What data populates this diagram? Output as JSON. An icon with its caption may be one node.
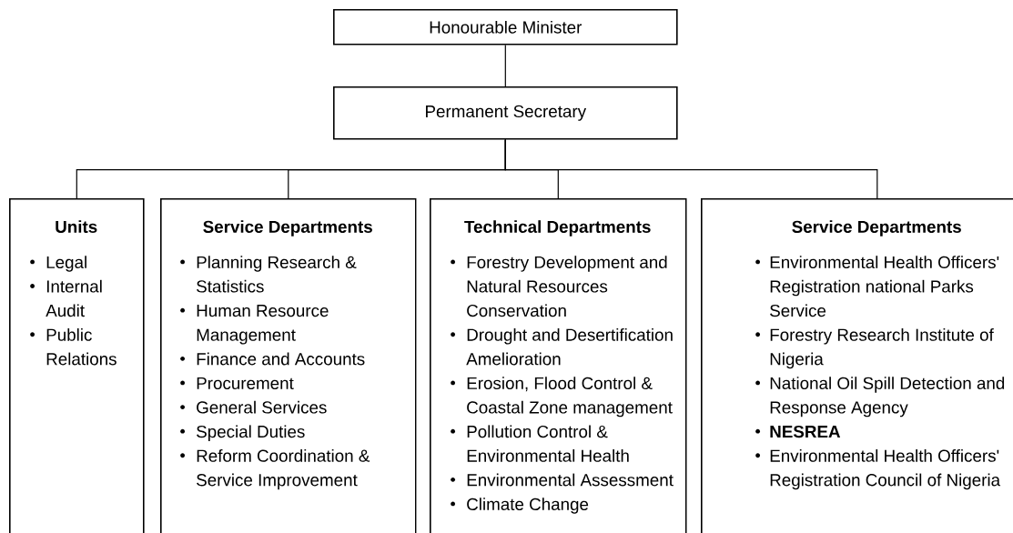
{
  "diagram": {
    "nodes": [
      {
        "text": [
          "Honourable Minister"
        ]
      },
      {
        "text": [
          "Permanent Secretary"
        ]
      },
      {
        "text": [
          "Units",
          "Legal",
          "Internal Audit",
          "Public Relations"
        ]
      },
      {
        "text": [
          "Service Departments",
          "Planning Research & Statistics",
          "Human Resource Management",
          "Finance and Accounts",
          "Procurement",
          "General Services",
          "Special Duties",
          "Reform Coordination & Service Improvement"
        ]
      },
      {
        "text": [
          "Technical Departments",
          "Forestry Development and Natural Resources Conservation",
          "Drought and Desertification Amelioration",
          "Erosion, Flood Control & Coastal Zone management",
          "Pollution Control & Environmental Health",
          "Environmental Assessment",
          "Climate Change"
        ]
      },
      {
        "text": [
          "Service Departments",
          "Environmental Health Officers' Registration national Parks Service",
          "Forestry Research Institute of Nigeria",
          "National Oil Spill Detection and Response Agency",
          "**NESREA**",
          "Environmental Health Officers' Registration Council of Nigeria"
        ]
      }
    ],
    "edges": [
      {
        "from": 0,
        "to": 1,
        "arrow": "none"
      },
      {
        "from": 1,
        "to": 2,
        "arrow": "none"
      },
      {
        "from": 1,
        "to": 3,
        "arrow": "none"
      },
      {
        "from": 1,
        "to": 4,
        "arrow": "none"
      },
      {
        "from": 1,
        "to": 5,
        "arrow": "none"
      }
    ]
  }
}
